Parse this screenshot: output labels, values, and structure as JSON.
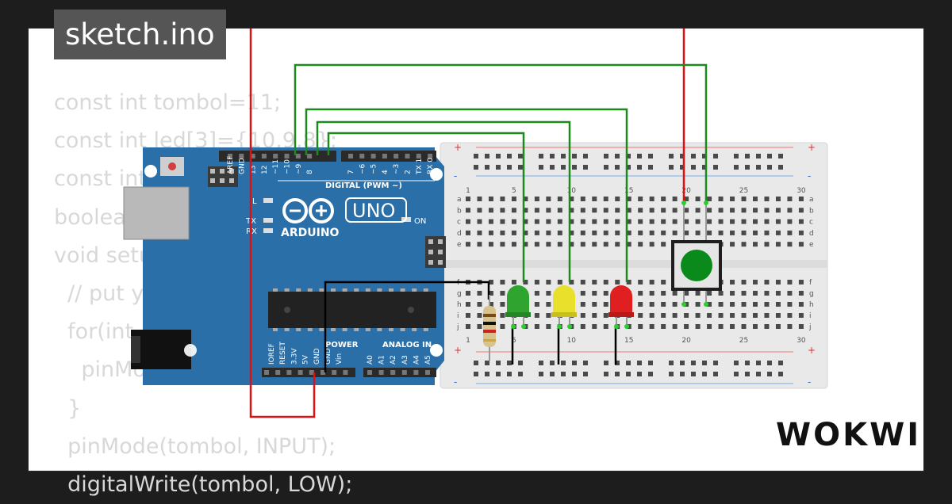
{
  "file_tab": {
    "label": "sketch.ino"
  },
  "code_lines": [
    "const int tombol=11;",
    "const int led[3]={10,9,8};",
    "const int",
    "boolean",
    "void setup",
    "  // put y",
    "  for(int",
    "    pinMo",
    "  }",
    "  pinMode(tombol, INPUT);",
    "  digitalWrite(tombol, LOW);"
  ],
  "arduino": {
    "brand": "ARDUINO",
    "model": "UNO",
    "digital_header": "DIGITAL (PWM ~)",
    "power_header": "POWER",
    "analog_header": "ANALOG IN",
    "on_label": "ON",
    "tx_label": "TX",
    "rx_label": "RX",
    "l_label": "L",
    "digital_pins": [
      "AREF",
      "GND",
      "13",
      "12",
      "~11",
      "~10",
      "~9",
      "8",
      "7",
      "~6",
      "~5",
      "4",
      "~3",
      "2",
      "TX 1",
      "RX 0"
    ],
    "power_pins": [
      "IOREF",
      "RESET",
      "3.3V",
      "5V",
      "GND",
      "GND",
      "Vin"
    ],
    "analog_pins": [
      "A0",
      "A1",
      "A2",
      "A3",
      "A4",
      "A5"
    ]
  },
  "breadboard": {
    "columns": [
      "1",
      "5",
      "10",
      "15",
      "20",
      "25",
      "30"
    ],
    "rows_top": [
      "a",
      "b",
      "c",
      "d",
      "e"
    ],
    "rows_bottom": [
      "f",
      "g",
      "h",
      "i",
      "j"
    ],
    "rail_plus": "+",
    "rail_minus": "-"
  },
  "logo": {
    "text": "WOKWI"
  },
  "colors": {
    "background": "#1d1d1d",
    "board": "#2b6fa8",
    "wire_red": "#dd1111",
    "wire_green": "#1e8a1e",
    "wire_black": "#000000",
    "led_green": "#2fa52f",
    "led_yellow": "#e8e02a",
    "led_red": "#e02020",
    "button_cap": "#0a8a1a"
  }
}
